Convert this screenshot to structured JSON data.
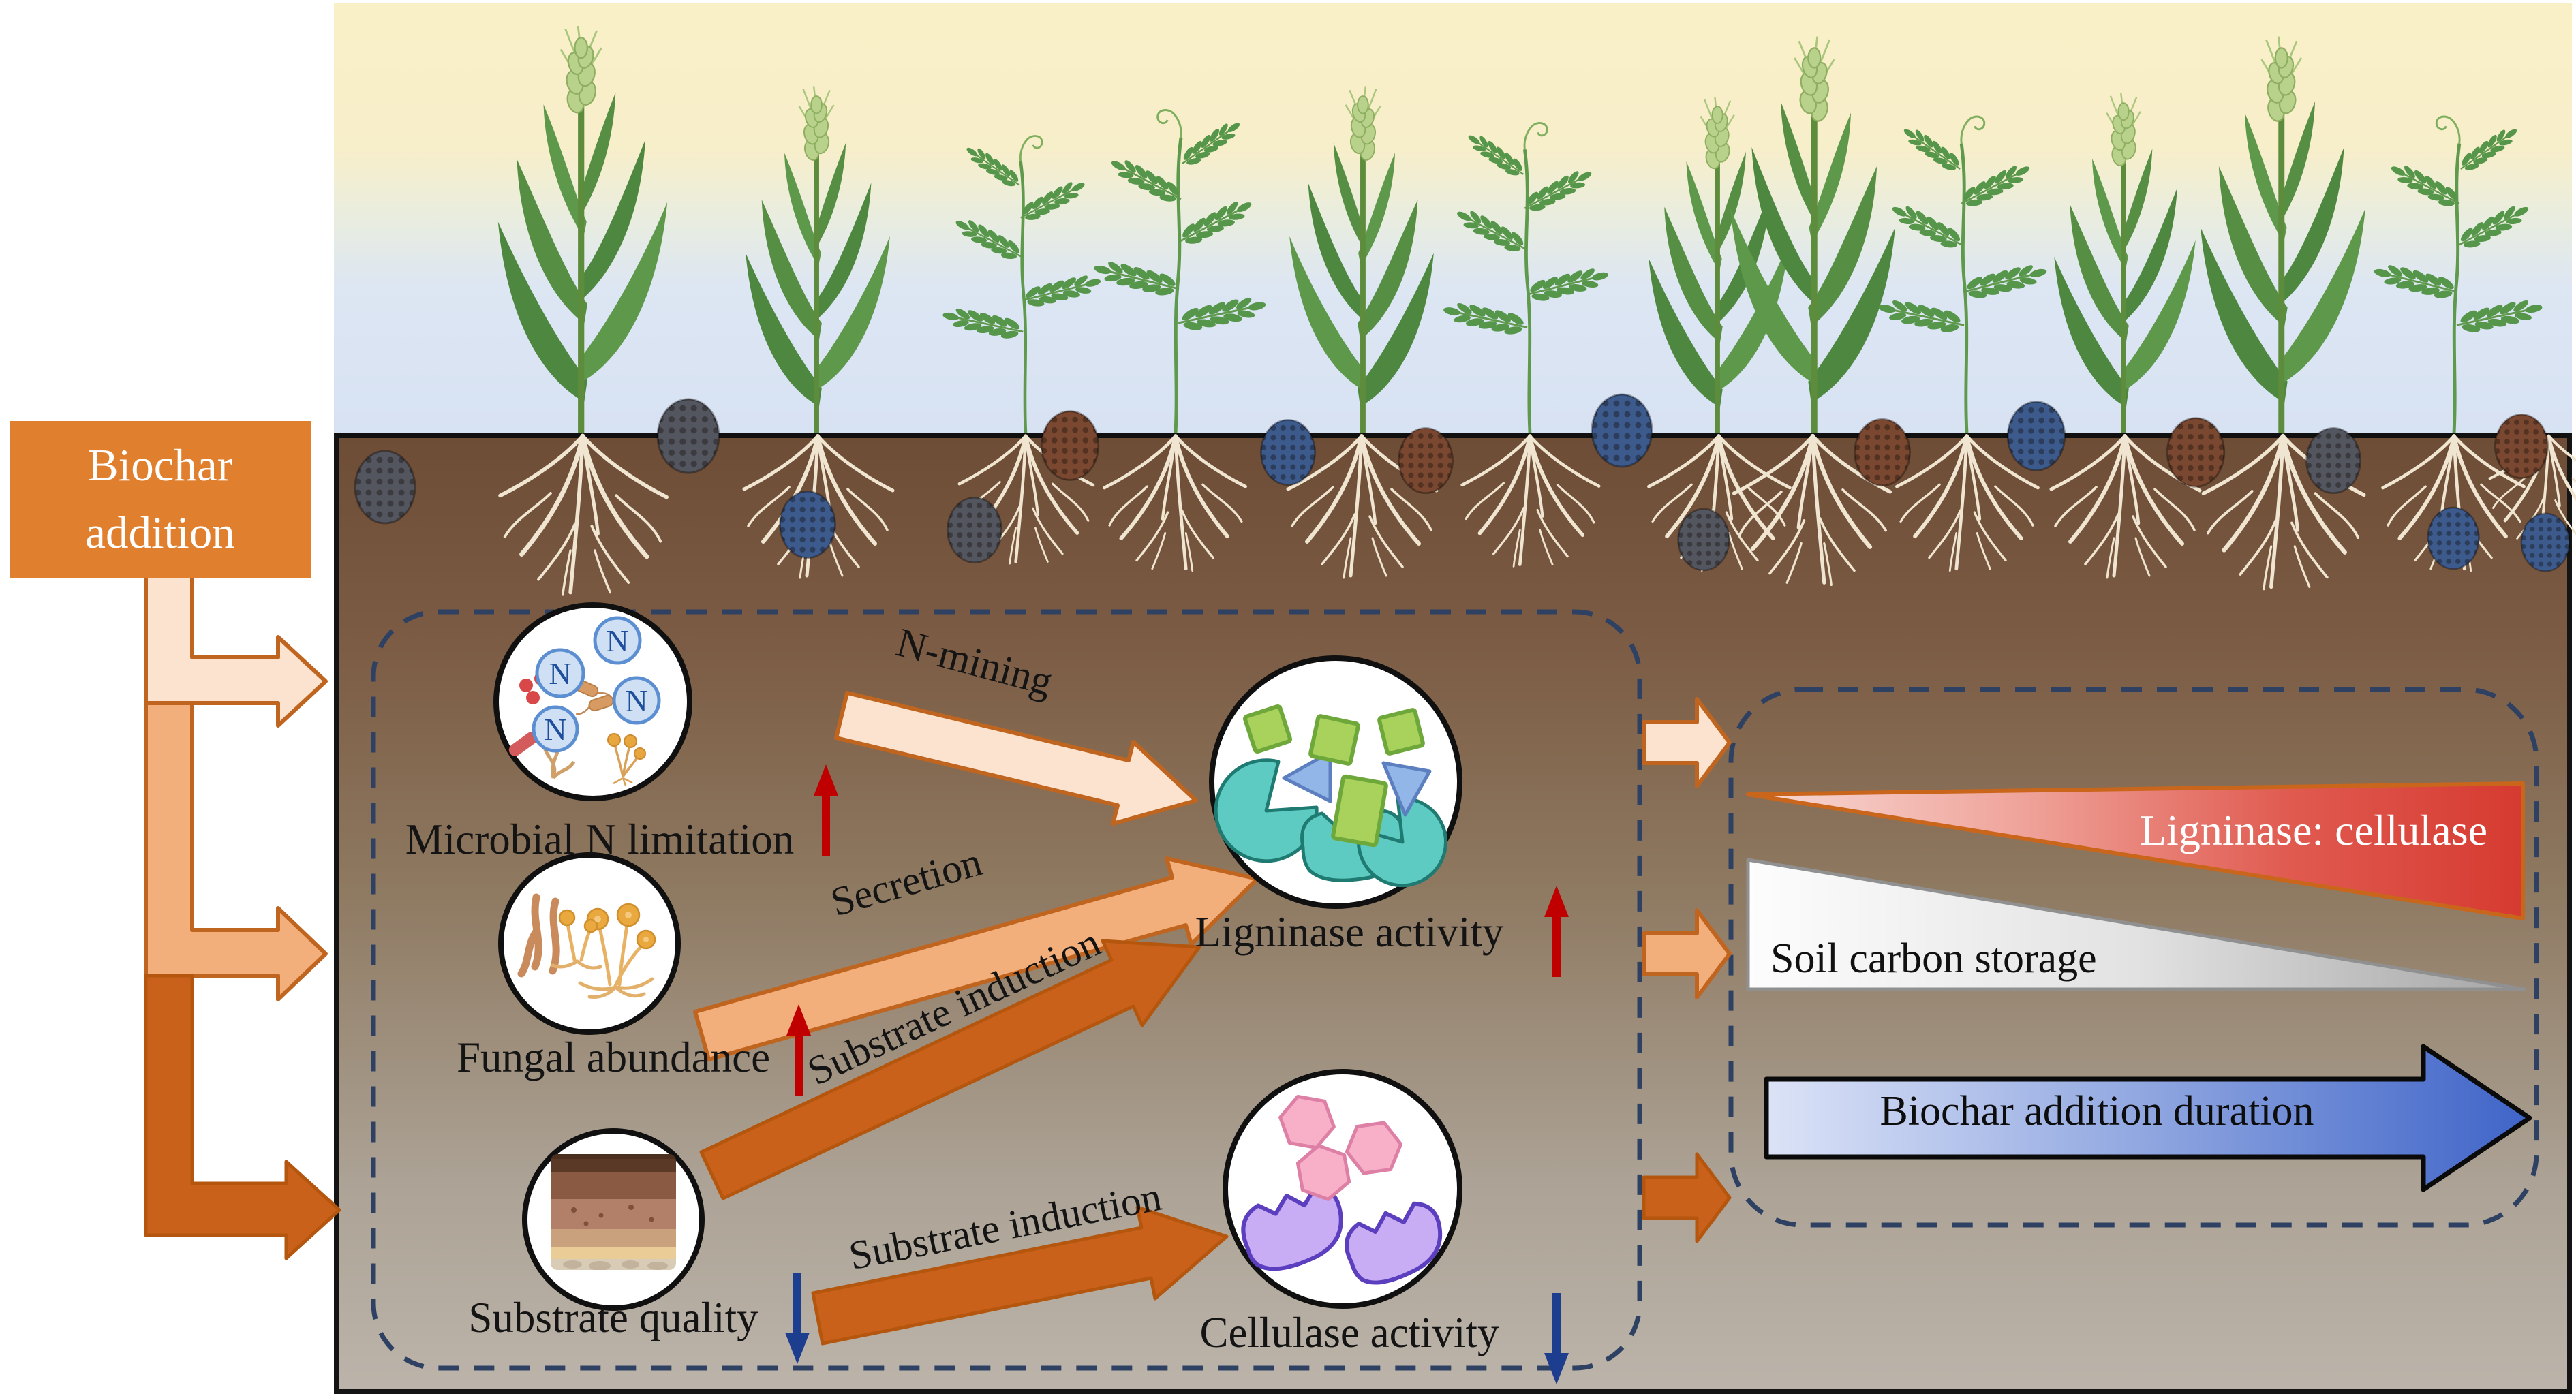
{
  "colors": {
    "accent_orange": "#E0802F",
    "arrow_light": "#FBE3CF",
    "arrow_medium": "#F2AE7B",
    "arrow_dark": "#C9611A",
    "arrow_outline": "#C0651F",
    "increase_red": "#C00000",
    "decrease_blue": "#1D3D8F",
    "dash_navy": "#2E4163",
    "ligninase_red": "#D63A30",
    "soil_gray": "#ABABAB",
    "duration_blue": "#3F64C8"
  },
  "source_box": {
    "line1": "Biochar",
    "line2": "addition"
  },
  "icons": {
    "nitrogen_symbol": "N"
  },
  "middle_panel": {
    "factors": [
      {
        "label": "Microbial N limitation",
        "trend": "up"
      },
      {
        "label": "Fungal abundance",
        "trend": "up"
      },
      {
        "label": "Substrate quality",
        "trend": "down"
      }
    ],
    "processes": [
      {
        "label": "N-mining"
      },
      {
        "label": "Secretion"
      },
      {
        "label": "Substrate induction"
      },
      {
        "label": "Substrate induction"
      }
    ],
    "enzymes": [
      {
        "label": "Ligninase activity",
        "trend": "up"
      },
      {
        "label": "Cellulase activity",
        "trend": "down"
      }
    ]
  },
  "right_panel": {
    "ratio_label": "Ligninase: cellulase",
    "storage_label": "Soil carbon storage",
    "duration_label": "Biochar addition duration"
  }
}
